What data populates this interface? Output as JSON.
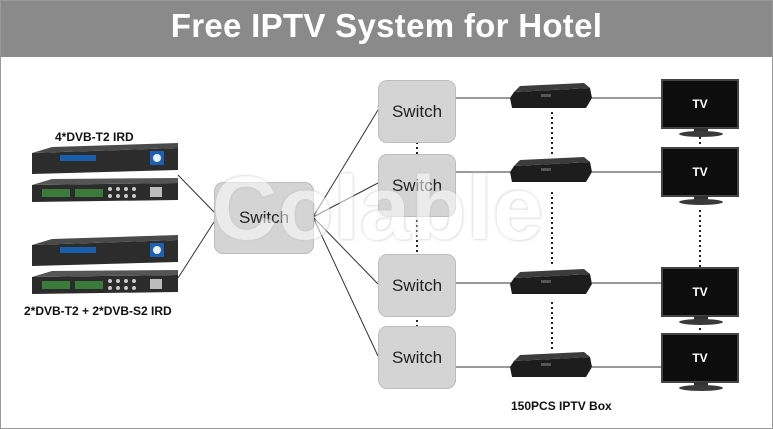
{
  "title": "Free IPTV System for Hotel",
  "watermark": "Colable",
  "ird_top_label": "4*DVB-T2 IRD",
  "ird_bottom_label": "2*DVB-T2 + 2*DVB-S2 IRD",
  "main_switch_label": "Switch",
  "switches": [
    "Switch",
    "Switch",
    "Switch",
    "Switch"
  ],
  "tv_labels": [
    "TV",
    "TV",
    "TV",
    "TV"
  ],
  "box_label": "150PCS IPTV Box"
}
